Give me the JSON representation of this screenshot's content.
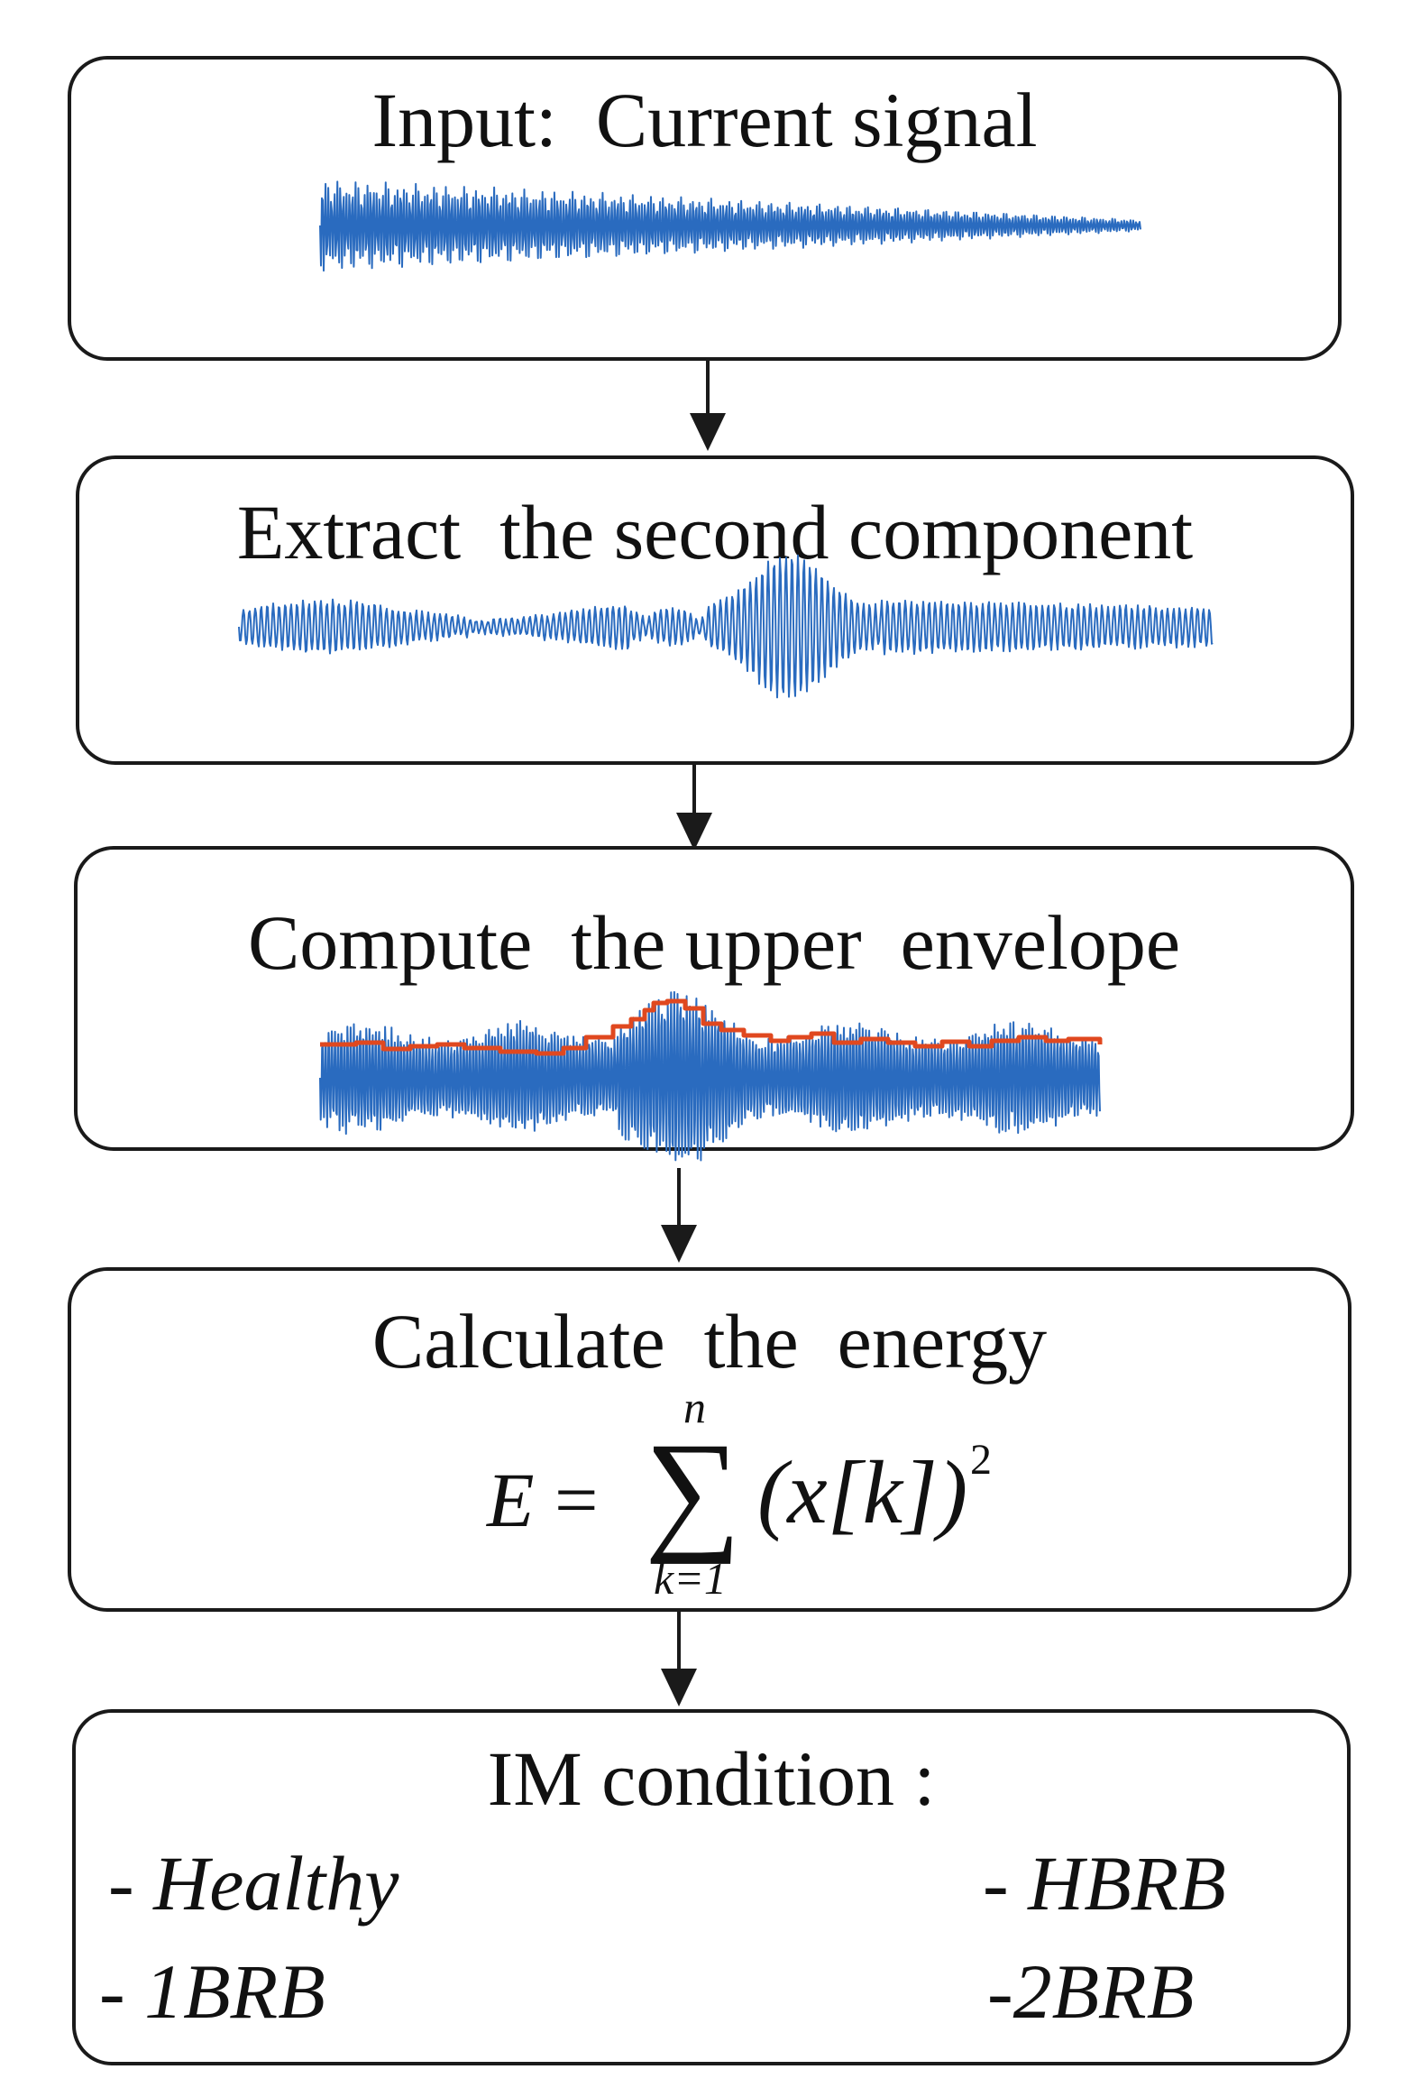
{
  "steps": [
    {
      "title": "Input:  Current signal"
    },
    {
      "title": "Extract  the second component"
    },
    {
      "title": "Compute  the upper  envelope"
    },
    {
      "title": "Calculate  the  energy"
    },
    {
      "title": "IM condition :"
    }
  ],
  "formula": {
    "lhs": "E",
    "equals": "=",
    "sum": "∑",
    "upper": "n",
    "lower": "k=1",
    "body": "(x[k])",
    "exponent": "2"
  },
  "conditions": [
    "- Healthy",
    "- HBRB",
    "- 1BRB",
    "-2BRB"
  ],
  "colors": {
    "signal": "#2a6bbf",
    "envelope": "#e0481f",
    "border": "#1a1a1a"
  }
}
